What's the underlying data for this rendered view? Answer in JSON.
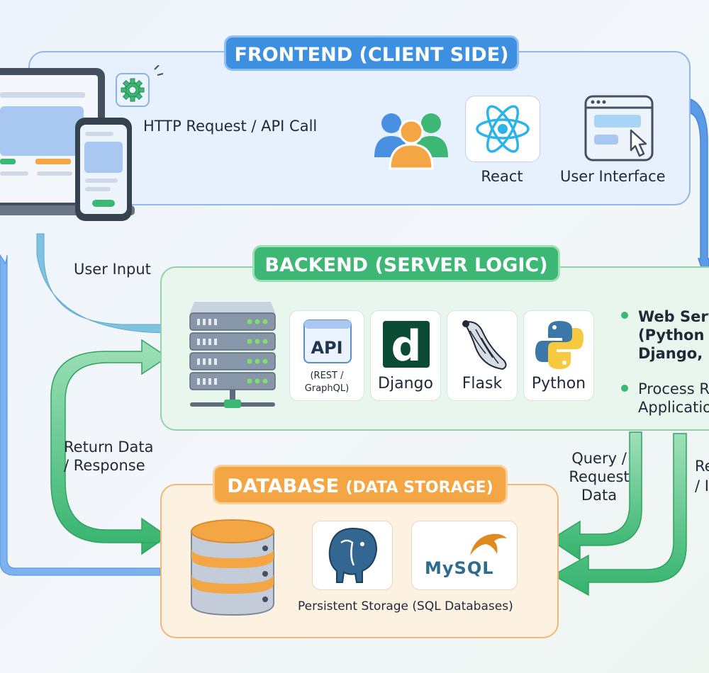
{
  "frontend": {
    "title": "FRONTEND (CLIENT SIDE)",
    "http_label": "HTTP Request / API Call",
    "react_label": "React",
    "ui_label": "User Interface"
  },
  "backend": {
    "title": "BACKEND (SERVER LOGIC)",
    "user_input_label": "User Input",
    "api_title": "API",
    "api_sub1": "(REST /",
    "api_sub2": "GraphQL)",
    "django_label": "Django",
    "flask_label": "Flask",
    "python_label": "Python",
    "bullet1_line1": "Web Serv",
    "bullet1_line2": "(Python F",
    "bullet1_line3": "Django, F",
    "bullet2_line1": "Process R",
    "bullet2_line2": "Applicatio"
  },
  "database": {
    "title_main": "DATABASE",
    "title_sub": "(DATA STORAGE)",
    "storage_caption": "Persistent Storage (SQL Databases)",
    "mysql_text": "MySQL"
  },
  "flows": {
    "return_data_line1": "Return Data",
    "return_data_line2": "/ Response",
    "query_line1": "Query /",
    "query_line2": "Request",
    "query_line3": "Data",
    "right_cut_line1": "Re",
    "right_cut_line2": "/ I"
  },
  "colors": {
    "blue": "#4a90e2",
    "green": "#3cb874",
    "orange": "#f4a544"
  }
}
